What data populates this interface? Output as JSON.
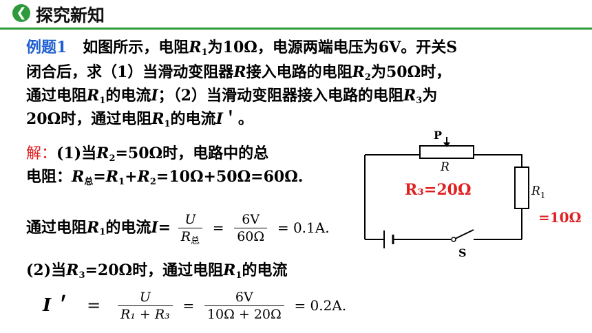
{
  "header": {
    "icon": "back-arrow-icon",
    "title": "探究新知",
    "accent": "#2f9a3c"
  },
  "problem": {
    "label": "例题1",
    "line1": [
      "如图所示，电阻",
      "R",
      "1",
      "为10Ω，电源两端电压为6V。开关S"
    ],
    "line2": [
      "闭合后，求（1）当滑动变阻器",
      "R",
      "接入电路的电阻",
      "R",
      "2",
      "为50Ω时，"
    ],
    "line3": [
      "通过电阻",
      "R",
      "1",
      "的电流",
      "I",
      "；（2）当滑动变阻器接入电路的电阻",
      "R",
      "3",
      "为"
    ],
    "line4": [
      "20Ω时，通过电阻",
      "R",
      "1",
      "的电流",
      "I",
      "＇。"
    ]
  },
  "solution": {
    "label": "解：",
    "s1a": [
      "(1)当",
      "R",
      "2",
      "=50Ω时，电路中的总"
    ],
    "s1b": [
      "电阻：",
      "R",
      "总",
      "=",
      "R",
      "1",
      "+",
      "R",
      "2",
      "=10Ω+50Ω=60Ω."
    ],
    "s2_prefix": [
      "通过电阻",
      "R",
      "1",
      "的电流",
      "I",
      "="
    ],
    "f1": {
      "num": "U",
      "den_main": "R",
      "den_sub": "总"
    },
    "eq": "=",
    "f2": {
      "num": "6V",
      "den": "60Ω"
    },
    "r1": "= 0.1A.",
    "s3": [
      "(2)当",
      "R",
      "3",
      "=20Ω时，通过电阻",
      "R",
      "1",
      "的电流"
    ],
    "s4_lhs": "I＇",
    "s4_eq": "=",
    "f3": {
      "num": "U",
      "den": "R₁ + R₃"
    },
    "f4": {
      "num": "6V",
      "den": "10Ω + 20Ω"
    },
    "r2": "= 0.2A."
  },
  "circuit": {
    "label_p": "P",
    "label_r": "R",
    "label_r1": "R",
    "label_r1_sub": "1",
    "label_s": "S",
    "r3_label": "R₃=20Ω",
    "r1_value": "=10Ω",
    "colors": {
      "highlight": "#e02020",
      "label": "#1f5fcf"
    }
  }
}
